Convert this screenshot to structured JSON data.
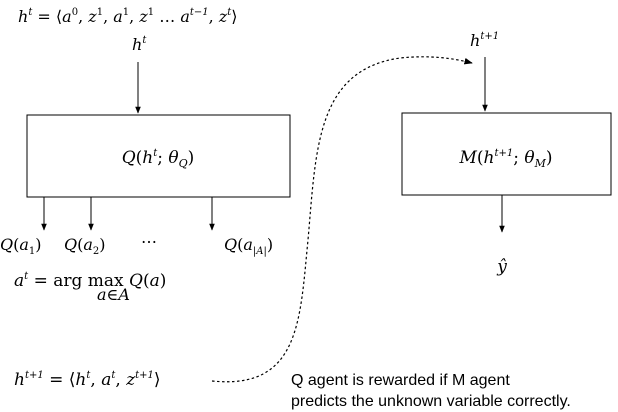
{
  "history_definition": "h^t = ⟨a^0, z^1, a^1, z^1 … a^{t−1}, z^t⟩",
  "q_model": {
    "input_label": "h^t",
    "box_label": "Q(h^t; θ_Q)",
    "outputs": [
      "Q(a_1)",
      "Q(a_2)",
      "…",
      "Q(a_{|A|})"
    ],
    "action_selection": "a^t = arg max_{a∈A} Q(a)"
  },
  "m_model": {
    "input_label": "h^{t+1}",
    "box_label": "M(h^{t+1}; θ_M)",
    "output_label": "ŷ"
  },
  "history_update": "h^{t+1} = ⟨h^t, a^t, z^{t+1}⟩",
  "reward_note": [
    "Q agent is rewarded if M agent",
    "predicts the unknown variable correctly."
  ]
}
